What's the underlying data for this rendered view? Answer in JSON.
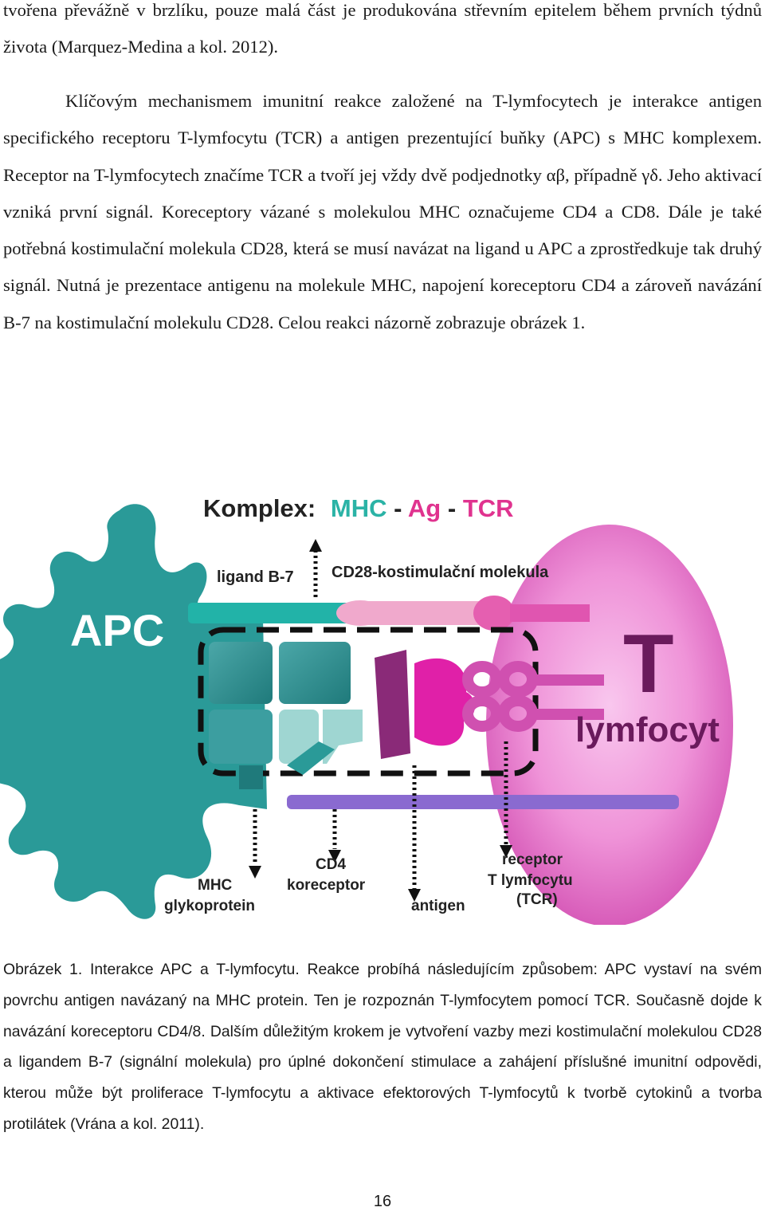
{
  "paragraphs": [
    "tvořena převážně v brzlíku, pouze malá část je produkována střevním epitelem během prvních týdnů života (Marquez-Medina a kol. 2012).",
    "Klíčovým mechanismem imunitní reakce založené na T-lymfocytech je interakce antigen specifického receptoru T-lymfocytu (TCR) a antigen prezentující buňky (APC) s MHC komplexem. Receptor na T-lymfocytech značíme TCR a tvoří jej vždy dvě podjednotky αβ, případně γδ. Jeho aktivací vzniká první signál. Koreceptory vázané s molekulou MHC označujeme CD4 a CD8. Dále je také potřebná kostimulační molekula CD28, která se musí navázat na ligand u APC a zprostředkuje tak druhý signál. Nutná je prezentace antigenu na molekule MHC, napojení koreceptoru CD4 a zároveň navázání B-7 na kostimulační molekulu CD28. Celou reakci názorně zobrazuje obrázek 1."
  ],
  "figure": {
    "title_prefix": "Komplex:",
    "title_mhc": "MHC",
    "title_dash1": "-",
    "title_ag": "Ag",
    "title_dash2": "-",
    "title_tcr": "TCR",
    "apc_label": "APC",
    "t_label": "T",
    "lymfocyt_label": "lymfocyt",
    "ligand_label": "ligand B-7",
    "cd28_label": "CD28-kostimulační molekula",
    "mhc_label_1": "MHC",
    "mhc_label_2": "glykoprotein",
    "cd4_label_1": "CD4",
    "cd4_label_2": "koreceptor",
    "antigen_label": "antigen",
    "tcr_label_1": "receptor",
    "tcr_label_2": "T lymfocytu",
    "tcr_label_3": "(TCR)",
    "colors": {
      "apc_teal": "#2a9a98",
      "dark_teal": "#1f7a7b",
      "light_teal": "#9fd6d2",
      "magenta": "#e020a8",
      "purple": "#8a2a78",
      "t_cell_pink": "#e56fc4",
      "violet_bar": "#8a6ad0",
      "title_teal": "#2bb3a6",
      "title_pink": "#e0338f",
      "title_dark": "#222222"
    }
  },
  "caption": "Obrázek 1. Interakce APC a T-lymfocytu. Reakce probíhá následujícím způsobem: APC vystaví na svém povrchu antigen navázaný na MHC protein. Ten je rozpoznán T-lymfocytem pomocí TCR. Současně dojde k navázání koreceptoru CD4/8. Dalším důležitým krokem je vytvoření vazby mezi kostimulační molekulou CD28 a ligandem B-7 (signální molekula) pro úplné dokončení stimulace a zahájení příslušné imunitní odpovědi, kterou může být proliferace T-lymfocytu a aktivace efektorových T-lymfocytů k tvorbě cytokinů a tvorba protilátek (Vrána a kol. 2011).",
  "page_number": "16"
}
